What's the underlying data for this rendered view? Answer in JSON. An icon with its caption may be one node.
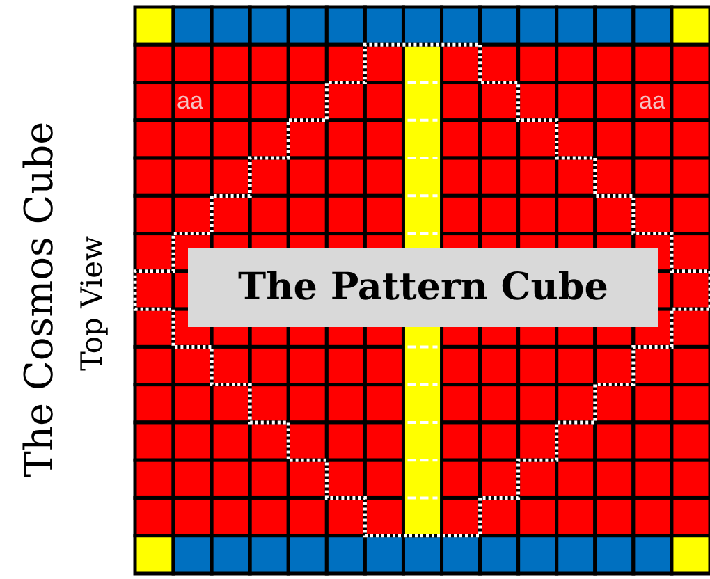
{
  "diagram": {
    "nodes": [
      {
        "text": [
          "The Pattern Cube"
        ]
      }
    ],
    "labels": [
      "The Cosmos Cube",
      "Top View",
      "aa",
      "aa"
    ]
  }
}
